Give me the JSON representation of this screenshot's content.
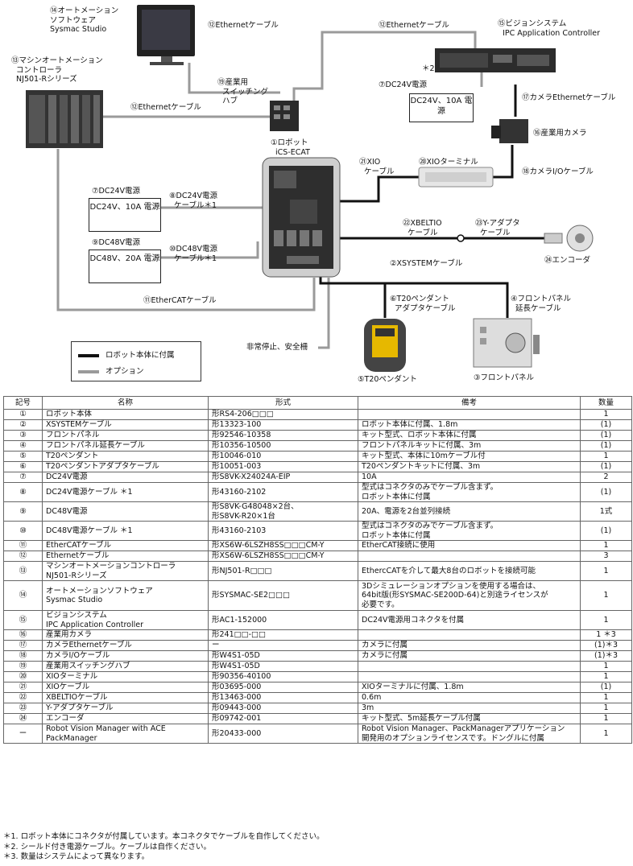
{
  "diagram": {
    "labels": {
      "n14": "⑭オートメーション\nソフトウェア\nSysmac Studio",
      "n12a": "⑫Ethernetケーブル",
      "n12b": "⑫Ethernetケーブル",
      "n12c": "⑫Ethernetケーブル",
      "n15": "⑮ビジョンシステム\n  IPC Application Controller",
      "n13": "⑬マシンオートメーション\n  コントローラ\n  NJ501-Rシリーズ",
      "n19": "⑲産業用\n  スイッチング\n  ハブ",
      "star2": "＊2",
      "n7a": "⑦DC24V電源",
      "n17": "⑰カメラEthernetケーブル",
      "n16": "⑯産業用カメラ",
      "n1": "①ロボット\n  iCS-ECAT",
      "n21": "㉑XIO\n  ケーブル",
      "n20": "⑳XIOターミナル",
      "n18": "⑱カメラI/Oケーブル",
      "n7b": "⑦DC24V電源",
      "n8": "⑧DC24V電源\n  ケーブル＊1",
      "n9": "⑨DC48V電源",
      "n10": "⑩DC48V電源\n  ケーブル＊1",
      "n22": "㉒XBELTIO\n  ケーブル",
      "n23": "㉓Y-アダプタ\n  ケーブル",
      "n24": "㉔エンコーダ",
      "n2": "②XSYSTEMケーブル",
      "n11": "⑪EtherCATケーブル",
      "n6": "⑥T20ペンダント\n  アダプタケーブル",
      "n4": "④フロントパネル\n  延長ケーブル",
      "estop": "非常停止、安全柵",
      "n5": "⑤T20ペンダント",
      "n3": "③フロントパネル"
    },
    "boxes": {
      "ps24a": "DC24V、10A\n電源",
      "ps24b": "DC24V、10A\n電源",
      "ps48": "DC48V、20A\n電源"
    },
    "legend": {
      "included": "ロボット本体に付属",
      "option": "オプション"
    },
    "colors": {
      "included": "#111111",
      "option": "#9a9a9a"
    }
  },
  "table": {
    "headers": [
      "記号",
      "名称",
      "形式",
      "備考",
      "数量"
    ],
    "rows": [
      [
        "①",
        "ロボット本体",
        "形RS4-206□□□",
        "",
        "1"
      ],
      [
        "②",
        "XSYSTEMケーブル",
        "形13323-100",
        "ロボット本体に付属、1.8m",
        "(1)"
      ],
      [
        "③",
        "フロントパネル",
        "形92546-10358",
        "キット型式、ロボット本体に付属",
        "(1)"
      ],
      [
        "④",
        "フロントパネル延長ケーブル",
        "形10356-10500",
        "フロントパネルキットに付属、3m",
        "(1)"
      ],
      [
        "⑤",
        "T20ペンダント",
        "形10046-010",
        "キット型式、本体に10mケーブル付",
        "1"
      ],
      [
        "⑥",
        "T20ペンダントアダプタケーブル",
        "形10051-003",
        "T20ペンダントキットに付属、3m",
        "(1)"
      ],
      [
        "⑦",
        "DC24V電源",
        "形S8VK-X24024A-EIP",
        "10A",
        "2"
      ],
      [
        "⑧",
        "DC24V電源ケーブル ＊1",
        "形43160-2102",
        "型式はコネクタのみでケーブル含まず。\nロボット本体に付属",
        "(1)"
      ],
      [
        "⑨",
        "DC48V電源",
        "形S8VK-G48048×2台、\n形S8VK-R20×1台",
        "20A、電源を2台並列接続",
        "1式"
      ],
      [
        "⑩",
        "DC48V電源ケーブル ＊1",
        "形43160-2103",
        "型式はコネクタのみでケーブル含まず。\nロボット本体に付属",
        "(1)"
      ],
      [
        "⑪",
        "EtherCATケーブル",
        "形XS6W-6LSZH8SS□□□CM-Y",
        "EtherCAT接続に使用",
        "1"
      ],
      [
        "⑫",
        "Ethernetケーブル",
        "形XS6W-6LSZH8SS□□□CM-Y",
        "",
        "3"
      ],
      [
        "⑬",
        "マシンオートメーションコントローラ\nNJ501-Rシリーズ",
        "形NJ501-R□□□",
        "EthercCATを介して最大8台のロボットを接続可能",
        "1"
      ],
      [
        "⑭",
        "オートメーションソフトウェア\nSysmac Studio",
        "形SYSMAC-SE2□□□",
        "3Dシミュレーションオプションを使用する場合は、\n64bit版(形SYSMAC-SE200D-64)と別途ライセンスが\n必要です。",
        "1"
      ],
      [
        "⑮",
        "ビジョンシステム\nIPC Application Controller",
        "形AC1-152000",
        "DC24V電源用コネクタを付属",
        "1"
      ],
      [
        "⑯",
        "産業用カメラ",
        "形241□□-□□",
        "",
        "1 ＊3"
      ],
      [
        "⑰",
        "カメラEthernetケーブル",
        "ー",
        "カメラに付属",
        "(1)＊3"
      ],
      [
        "⑱",
        "カメラI/Oケーブル",
        "形W4S1-05D",
        "カメラに付属",
        "(1)＊3"
      ],
      [
        "⑲",
        "産業用スイッチングハブ",
        "形W4S1-05D",
        "",
        "1"
      ],
      [
        "⑳",
        "XIOターミナル",
        "形90356-40100",
        "",
        "1"
      ],
      [
        "㉑",
        "XIOケーブル",
        "形03695-000",
        "XIOターミナルに付属、1.8m",
        "(1)"
      ],
      [
        "㉒",
        "XBELTIOケーブル",
        "形13463-000",
        "0.6m",
        "1"
      ],
      [
        "㉓",
        "Y-アダプタケーブル",
        "形09443-000",
        "3m",
        "1"
      ],
      [
        "㉔",
        "エンコーダ",
        "形09742-001",
        "キット型式、5m延長ケーブル付属",
        "1"
      ],
      [
        "ー",
        "Robot Vision Manager with ACE\nPackManager",
        "形20433-000",
        "Robot Vision Manager、PackManagerアプリケーション\n開発用のオプションライセンスです。ドングルに付属",
        "1"
      ]
    ]
  },
  "notes": [
    "＊1. ロボット本体にコネクタが付属しています。本コネクタでケーブルを自作してください。",
    "＊2. シールド付き電源ケーブル。ケーブルは自作ください。",
    "＊3. 数量はシステムによって異なります。"
  ]
}
